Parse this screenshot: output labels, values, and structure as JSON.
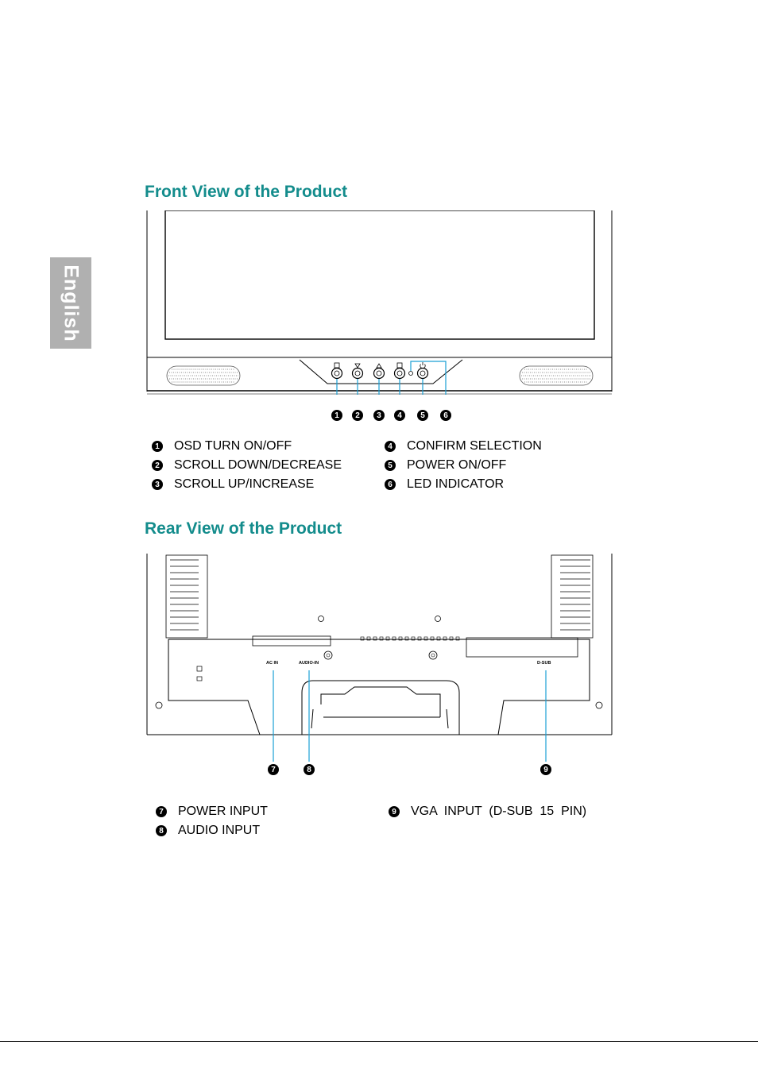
{
  "sidebar": {
    "language": "English"
  },
  "front": {
    "title": "Front View of the Product",
    "callouts": [
      "1",
      "2",
      "3",
      "4",
      "5",
      "6"
    ],
    "items": [
      {
        "num": "1",
        "label": "OSD TURN ON/OFF"
      },
      {
        "num": "2",
        "label": "SCROLL DOWN/DECREASE"
      },
      {
        "num": "3",
        "label": "SCROLL UP/INCREASE"
      },
      {
        "num": "4",
        "label": "CONFIRM SELECTION"
      },
      {
        "num": "5",
        "label": "POWER ON/OFF"
      },
      {
        "num": "6",
        "label": "LED INDICATOR"
      }
    ]
  },
  "rear": {
    "title": "Rear View of the Product",
    "ports": {
      "ac_in": "AC IN",
      "audio_in": "AUDIO-IN",
      "dsub": "D-SUB"
    },
    "callouts": [
      "7",
      "8",
      "9"
    ],
    "items": [
      {
        "num": "7",
        "label": "POWER INPUT"
      },
      {
        "num": "8",
        "label": "AUDIO INPUT"
      },
      {
        "num": "9",
        "label": "VGA  INPUT  (D-SUB  15  PIN)"
      }
    ]
  },
  "colors": {
    "heading": "#138c8c",
    "callout_line": "#1a9fd4",
    "tab": "#b0b0b0"
  }
}
